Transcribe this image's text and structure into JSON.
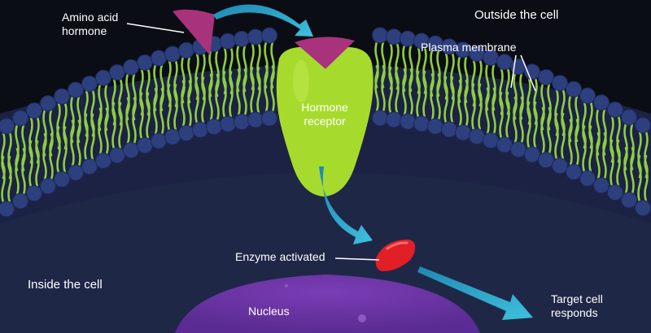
{
  "labels": {
    "amino_acid_hormone": "Amino acid\nhormone",
    "outside_cell": "Outside the cell",
    "plasma_membrane": "Plasma membrane",
    "hormone_receptor": "Hormone\nreceptor",
    "enzyme_activated": "Enzyme activated",
    "inside_cell": "Inside the cell",
    "nucleus": "Nucleus",
    "target_cell_responds": "Target cell\nresponds"
  },
  "colors": {
    "background_outside": "#0b0d14",
    "cytoplasm": "#1f2747",
    "phospholipid_head": "#2e3f7e",
    "phospholipid_tail": "#8fce3e",
    "receptor": "#a6db2d",
    "hormone": "#a8337c",
    "enzyme": "#e01f26",
    "nucleus": "#6b35a3",
    "arrow": "#2fa9cc"
  }
}
